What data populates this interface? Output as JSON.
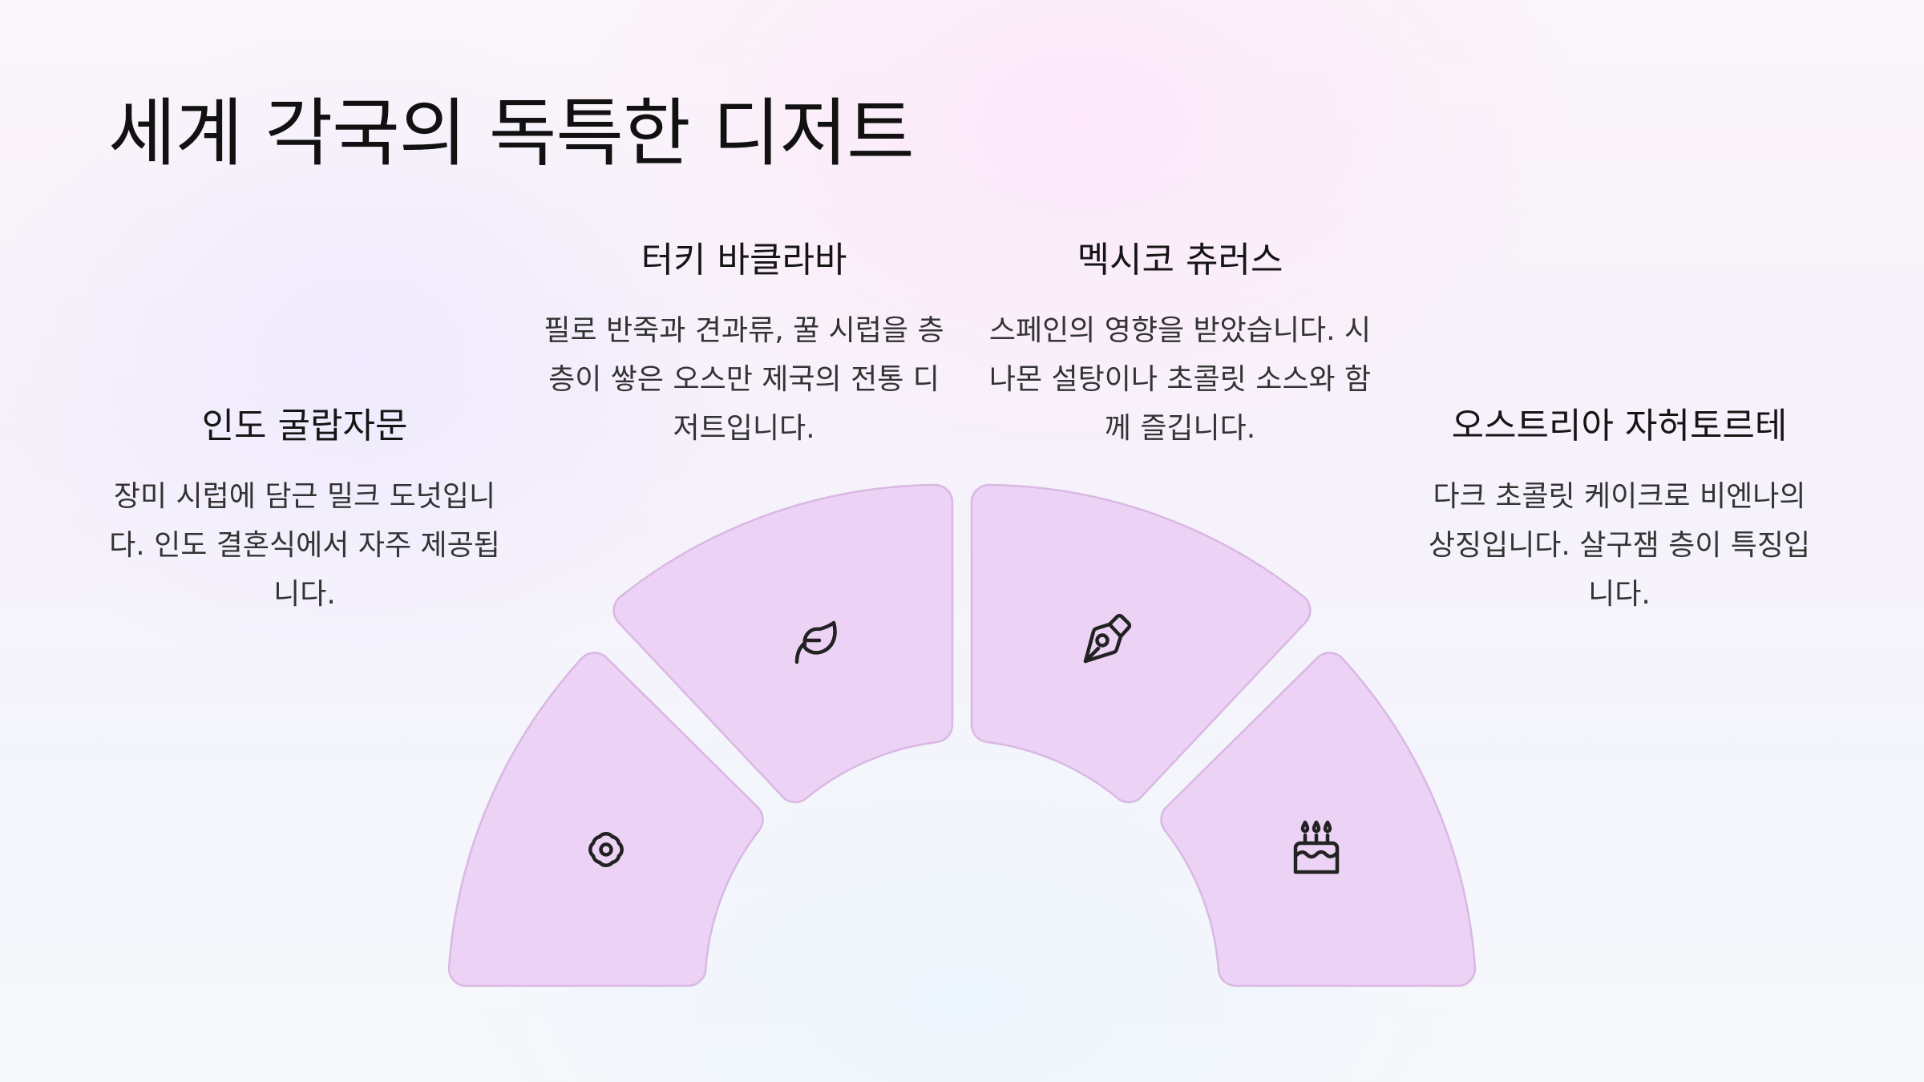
{
  "title": "세계 각국의 독특한 디저트",
  "colors": {
    "segment_fill": "#ecd3f6",
    "segment_stroke": "#d9b8e2",
    "text": "#151515"
  },
  "items": [
    {
      "name": "인도 굴랍자문",
      "description": "장미 시럽에 담근 밀크 도넛입니다. 인도 결혼식에서 자주 제공됩니다.",
      "icon": "flower-icon"
    },
    {
      "name": "터키 바클라바",
      "description": "필로 반죽과 견과류, 꿀 시럽을 층층이 쌓은 오스만 제국의 전통 디저트입니다.",
      "icon": "leaf-icon"
    },
    {
      "name": "멕시코 츄러스",
      "description": "스페인의 영향을 받았습니다. 시나몬 설탕이나 초콜릿 소스와 함께 즐깁니다.",
      "icon": "pen-nib-icon"
    },
    {
      "name": "오스트리아 자허토르테",
      "description": "다크 초콜릿 케이크로 비엔나의 상징입니다. 살구잼 층이 특징입니다.",
      "icon": "birthday-cake-icon"
    }
  ]
}
